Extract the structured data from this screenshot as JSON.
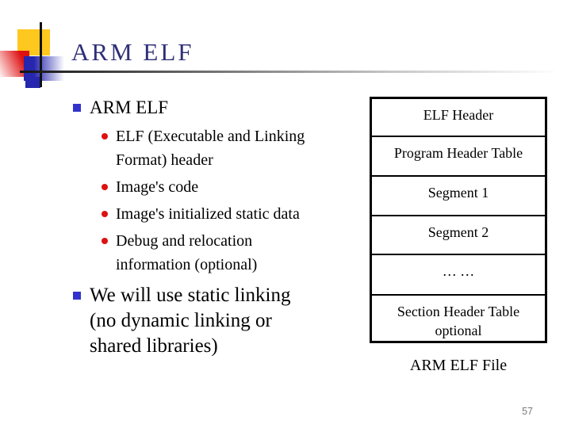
{
  "slide": {
    "title": "ARM ELF",
    "page_number": "57"
  },
  "content": {
    "bullets": [
      {
        "label": "ARM ELF",
        "sub_items": [
          {
            "text": "ELF (Executable and Linking\nFormat) header"
          },
          {
            "text": "Image's code"
          },
          {
            "text": "Image's initialized static data"
          },
          {
            "text": "Debug and relocation\ninformation (optional)"
          }
        ]
      },
      {
        "label": "We will use static linking\n(no dynamic linking or\nshared libraries)"
      }
    ]
  },
  "diagram": {
    "rows": [
      {
        "label": "ELF Header"
      },
      {
        "label": "Program Header Table"
      },
      {
        "label": "Segment 1"
      },
      {
        "label": "Segment 2"
      },
      {
        "label": "… …"
      },
      {
        "label": "Section Header Table\noptional"
      }
    ],
    "caption": "ARM ELF File"
  },
  "colors": {
    "title": "#2F2F78",
    "bullet_square": "#3333CC",
    "bullet_dot": "#DD1111",
    "logo_yellow": "#FFC81E",
    "logo_red": "#DE1111",
    "logo_blue": "#2626AE",
    "table_border": "#000000",
    "page_number": "#7A7A7A"
  }
}
